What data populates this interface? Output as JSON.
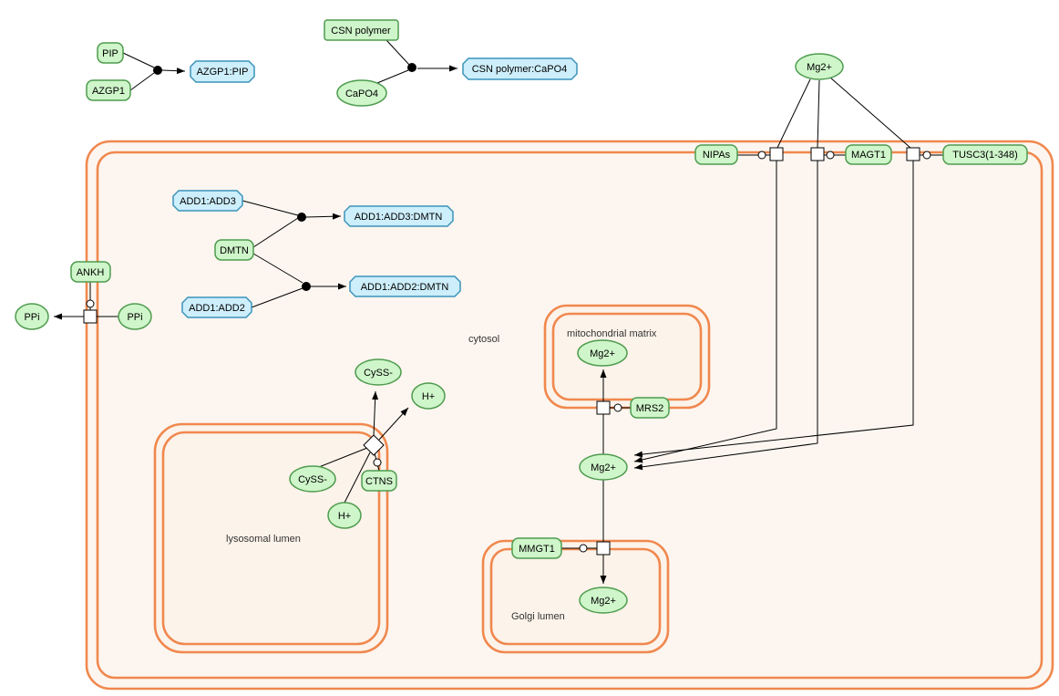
{
  "diagram": {
    "compartments": {
      "cytosol": "cytosol",
      "lysosomal_lumen": "lysosomal lumen",
      "mitochondrial_matrix": "mitochondrial matrix",
      "golgi_lumen": "Golgi lumen"
    },
    "entities": {
      "pip": "PIP",
      "azgp1": "AZGP1",
      "azgp1_pip": "AZGP1:PIP",
      "csn_polymer": "CSN polymer",
      "capo4": "CaPO4",
      "csn_polymer_capo4": "CSN polymer:CaPO4",
      "mg2_extracellular": "Mg2+",
      "nipas": "NIPAs",
      "magt1": "MAGT1",
      "tusc3": "TUSC3(1-348)",
      "add1_add3": "ADD1:ADD3",
      "dmtn": "DMTN",
      "add1_add2": "ADD1:ADD2",
      "add1_add3_dmtn": "ADD1:ADD3:DMTN",
      "add1_add2_dmtn": "ADD1:ADD2:DMTN",
      "ankh": "ANKH",
      "ppi_extracellular": "PPi",
      "ppi_cytosol": "PPi",
      "cyss_cytosol": "CySS-",
      "h_cytosol": "H+",
      "cyss_lysosomal": "CySS-",
      "h_lysosomal": "H+",
      "ctns": "CTNS",
      "mg2_mitochondrial": "Mg2+",
      "mrs2": "MRS2",
      "mg2_cytosol": "Mg2+",
      "mmgt1": "MMGT1",
      "mg2_golgi": "Mg2+"
    },
    "colors": {
      "protein_fill": "#cff5ca",
      "protein_stroke": "#4f9c4f",
      "complex_fill": "#cdeefb",
      "complex_stroke": "#3b93bb",
      "membrane_stroke": "#f0884e",
      "cell_fill": "#fdf6f0",
      "organelle_fill": "#fcf3ea",
      "edge": "#000000"
    }
  }
}
